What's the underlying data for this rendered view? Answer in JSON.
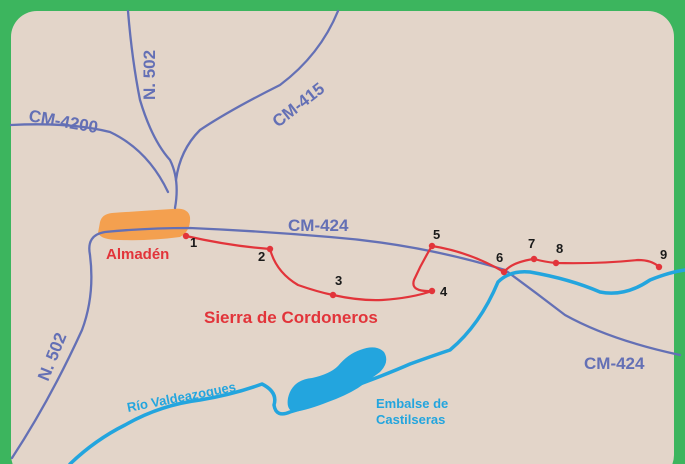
{
  "colors": {
    "frame": "#3cb55e",
    "land": "#e3d5c9",
    "road": "#6470b5",
    "route": "#e2343a",
    "water": "#23a5de",
    "town_area": "#f4a04f",
    "point_text": "#1a1a1a"
  },
  "roads": {
    "n502_north": "N. 502",
    "n502_south": "N. 502",
    "cm4200": "CM-4200",
    "cm415": "CM-415",
    "cm424_west": "CM-424",
    "cm424_east": "CM-424"
  },
  "places": {
    "town": "Almadén",
    "sierra": "Sierra de Cordoneros"
  },
  "water": {
    "river": "Río Valdeazogues",
    "reservoir_line1": "Embalse de",
    "reservoir_line2": "Castilseras"
  },
  "route_points": {
    "p1": "1",
    "p2": "2",
    "p3": "3",
    "p4": "4",
    "p5": "5",
    "p6": "6",
    "p7": "7",
    "p8": "8",
    "p9": "9"
  }
}
